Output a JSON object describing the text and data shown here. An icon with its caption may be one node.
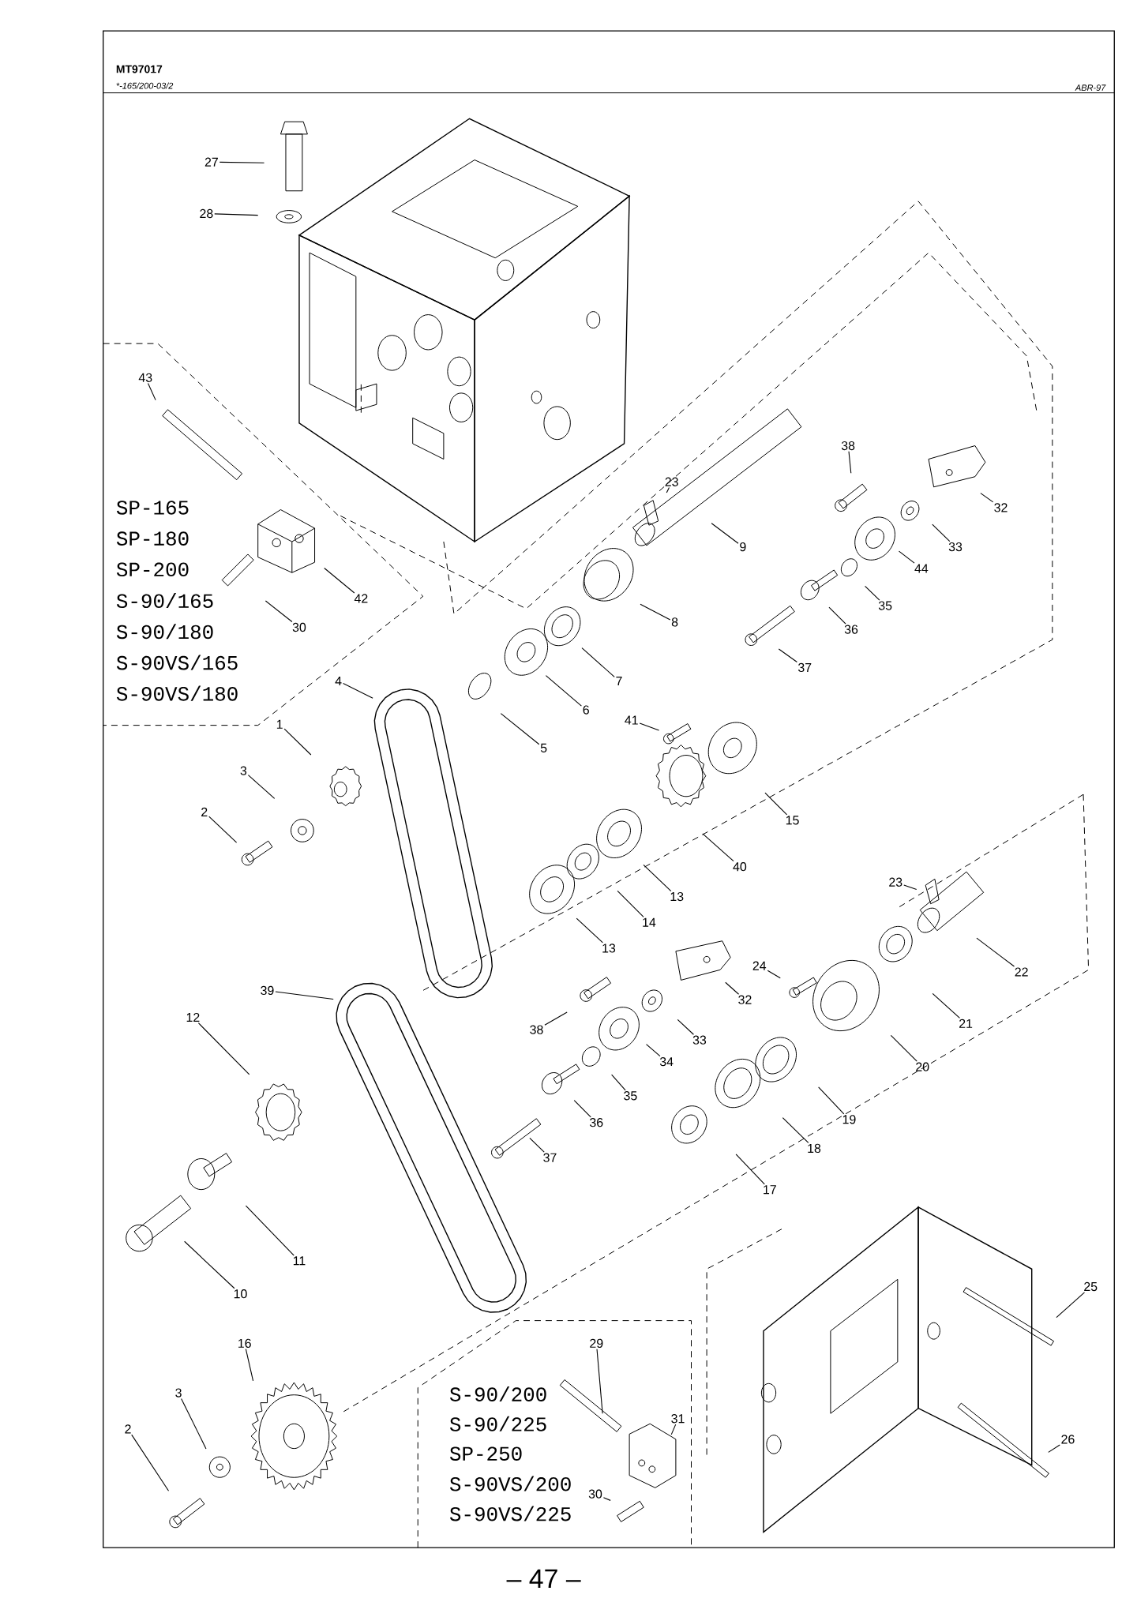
{
  "diagram": {
    "nodes": [
      {
        "text": [
          "27"
        ]
      },
      {
        "text": [
          "28"
        ]
      },
      {
        "text": [
          "43"
        ]
      },
      {
        "text": [
          "38"
        ]
      },
      {
        "text": [
          "23"
        ]
      },
      {
        "text": [
          "32"
        ]
      },
      {
        "text": [
          "9"
        ]
      },
      {
        "text": [
          "33"
        ]
      },
      {
        "text": [
          "44"
        ]
      },
      {
        "text": [
          "42"
        ]
      },
      {
        "text": [
          "35"
        ]
      },
      {
        "text": [
          "8"
        ]
      },
      {
        "text": [
          "30"
        ]
      },
      {
        "text": [
          "36"
        ]
      },
      {
        "text": [
          "37"
        ]
      },
      {
        "text": [
          "4"
        ]
      },
      {
        "text": [
          "7"
        ]
      },
      {
        "text": [
          "6"
        ]
      },
      {
        "text": [
          "41"
        ]
      },
      {
        "text": [
          "1"
        ]
      },
      {
        "text": [
          "5"
        ]
      },
      {
        "text": [
          "3"
        ]
      },
      {
        "text": [
          "2"
        ]
      },
      {
        "text": [
          "15"
        ]
      },
      {
        "text": [
          "40"
        ]
      },
      {
        "text": [
          "23"
        ]
      },
      {
        "text": [
          "13"
        ]
      },
      {
        "text": [
          "14"
        ]
      },
      {
        "text": [
          "13"
        ]
      },
      {
        "text": [
          "24"
        ]
      },
      {
        "text": [
          "22"
        ]
      },
      {
        "text": [
          "39"
        ]
      },
      {
        "text": [
          "32"
        ]
      },
      {
        "text": [
          "12"
        ]
      },
      {
        "text": [
          "21"
        ]
      },
      {
        "text": [
          "38"
        ]
      },
      {
        "text": [
          "33"
        ]
      },
      {
        "text": [
          "34"
        ]
      },
      {
        "text": [
          "20"
        ]
      },
      {
        "text": [
          "35"
        ]
      },
      {
        "text": [
          "19"
        ]
      },
      {
        "text": [
          "36"
        ]
      },
      {
        "text": [
          "18"
        ]
      },
      {
        "text": [
          "37"
        ]
      },
      {
        "text": [
          "17"
        ]
      },
      {
        "text": [
          "11"
        ]
      },
      {
        "text": [
          "25"
        ]
      },
      {
        "text": [
          "10"
        ]
      },
      {
        "text": [
          "16"
        ]
      },
      {
        "text": [
          "29"
        ]
      },
      {
        "text": [
          "3"
        ]
      },
      {
        "text": [
          "31"
        ]
      },
      {
        "text": [
          "2"
        ]
      },
      {
        "text": [
          "26"
        ]
      },
      {
        "text": [
          "30"
        ]
      }
    ],
    "edges": [
      {
        "from": 0,
        "to": null,
        "arrow": "none"
      },
      {
        "from": 1,
        "to": null,
        "arrow": "none"
      },
      {
        "from": 2,
        "to": null,
        "arrow": "none"
      },
      {
        "from": 3,
        "to": null,
        "arrow": "none"
      },
      {
        "from": 4,
        "to": null,
        "arrow": "none"
      },
      {
        "from": 5,
        "to": null,
        "arrow": "none"
      },
      {
        "from": 6,
        "to": null,
        "arrow": "none"
      },
      {
        "from": 7,
        "to": null,
        "arrow": "none"
      },
      {
        "from": 8,
        "to": null,
        "arrow": "none"
      },
      {
        "from": 9,
        "to": null,
        "arrow": "none"
      },
      {
        "from": 10,
        "to": null,
        "arrow": "none"
      },
      {
        "from": 11,
        "to": null,
        "arrow": "none"
      },
      {
        "from": 12,
        "to": null,
        "arrow": "none"
      },
      {
        "from": 13,
        "to": null,
        "arrow": "none"
      },
      {
        "from": 14,
        "to": null,
        "arrow": "none"
      },
      {
        "from": 15,
        "to": null,
        "arrow": "none"
      },
      {
        "from": 16,
        "to": null,
        "arrow": "none"
      },
      {
        "from": 17,
        "to": null,
        "arrow": "none"
      },
      {
        "from": 18,
        "to": null,
        "arrow": "none"
      },
      {
        "from": 19,
        "to": null,
        "arrow": "none"
      },
      {
        "from": 20,
        "to": null,
        "arrow": "none"
      },
      {
        "from": 21,
        "to": null,
        "arrow": "none"
      },
      {
        "from": 22,
        "to": null,
        "arrow": "none"
      },
      {
        "from": 23,
        "to": null,
        "arrow": "none"
      },
      {
        "from": 24,
        "to": null,
        "arrow": "none"
      },
      {
        "from": 25,
        "to": null,
        "arrow": "none"
      },
      {
        "from": 26,
        "to": null,
        "arrow": "none"
      },
      {
        "from": 27,
        "to": null,
        "arrow": "none"
      },
      {
        "from": 28,
        "to": null,
        "arrow": "none"
      },
      {
        "from": 29,
        "to": null,
        "arrow": "none"
      },
      {
        "from": 30,
        "to": null,
        "arrow": "none"
      },
      {
        "from": 31,
        "to": null,
        "arrow": "none"
      },
      {
        "from": 32,
        "to": null,
        "arrow": "none"
      },
      {
        "from": 33,
        "to": null,
        "arrow": "none"
      },
      {
        "from": 34,
        "to": null,
        "arrow": "none"
      },
      {
        "from": 35,
        "to": null,
        "arrow": "none"
      },
      {
        "from": 36,
        "to": null,
        "arrow": "none"
      },
      {
        "from": 37,
        "to": null,
        "arrow": "none"
      },
      {
        "from": 38,
        "to": null,
        "arrow": "none"
      },
      {
        "from": 39,
        "to": null,
        "arrow": "none"
      },
      {
        "from": 40,
        "to": null,
        "arrow": "none"
      },
      {
        "from": 41,
        "to": null,
        "arrow": "none"
      },
      {
        "from": 42,
        "to": null,
        "arrow": "none"
      },
      {
        "from": 43,
        "to": null,
        "arrow": "none"
      },
      {
        "from": 44,
        "to": null,
        "arrow": "none"
      },
      {
        "from": 45,
        "to": null,
        "arrow": "none"
      },
      {
        "from": 46,
        "to": null,
        "arrow": "none"
      },
      {
        "from": 47,
        "to": null,
        "arrow": "none"
      },
      {
        "from": 48,
        "to": null,
        "arrow": "none"
      },
      {
        "from": 49,
        "to": null,
        "arrow": "none"
      },
      {
        "from": 50,
        "to": null,
        "arrow": "none"
      },
      {
        "from": 51,
        "to": null,
        "arrow": "none"
      },
      {
        "from": 52,
        "to": null,
        "arrow": "none"
      },
      {
        "from": 53,
        "to": null,
        "arrow": "none"
      },
      {
        "from": 54,
        "to": null,
        "arrow": "none"
      }
    ],
    "labels": [
      "MT97017",
      "*-165/200-03/2",
      "ABR-97",
      "SP-165",
      "SP-180",
      "SP-200",
      "S-90/165",
      "S-90/180",
      "S-90VS/165",
      "S-90VS/180",
      "S-90/200",
      "S-90/225",
      "SP-250",
      "S-90VS/200",
      "S-90VS/225",
      "– 47 –"
    ]
  }
}
